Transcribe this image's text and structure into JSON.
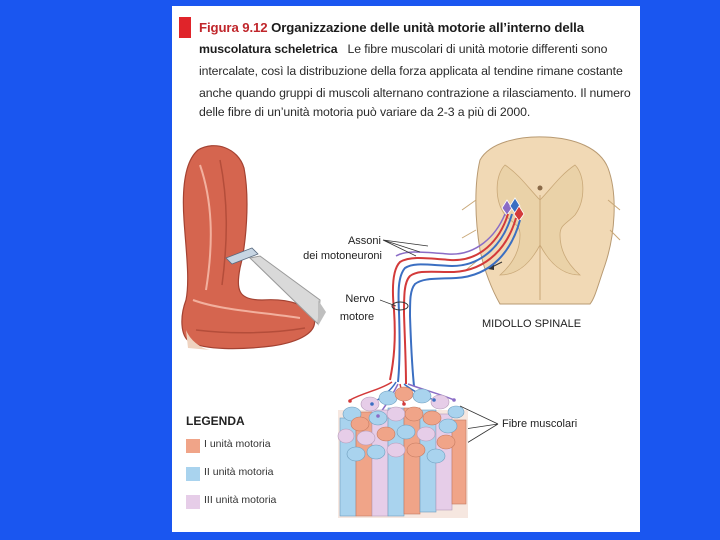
{
  "caption": {
    "figure_number": "Figura 9.12",
    "title_line1": "Organizzazione delle unità motorie all’interno della",
    "title_line2": "muscolatura scheletrica",
    "text_line2": "Le fibre muscolari di unità motorie differenti sono",
    "text_line3": "intercalate, così la distribuzione della forza applicata al tendine rimane costante",
    "text_line4": "anche quando gruppi di muscoli alternano contrazione a rilasciamento. Il numero",
    "text_line5": "delle fibre di un’unità motoria può variare da 2-3 a più di 2000."
  },
  "labels": {
    "assoni": "Assoni",
    "dei_motoneuroni": "dei motoneuroni",
    "nervo": "Nervo",
    "motore": "motore",
    "midollo": "MIDOLLO SPINALE",
    "fibre": "Fibre muscolari"
  },
  "legend": {
    "title": "LEGENDA",
    "items": [
      {
        "label": "I unità motoria",
        "color": "#f0a488"
      },
      {
        "label": "II unità motoria",
        "color": "#a9d3ee"
      },
      {
        "label": "III unità motoria",
        "color": "#e6cde8"
      }
    ]
  },
  "colors": {
    "background": "#1a56f0",
    "marker": "#e0242a",
    "muscle": "#d5654f",
    "spinal_cord": "#f1d9b5",
    "gray_matter": "#ead2a8",
    "axon_red": "#d33a3a",
    "axon_blue": "#3b6fc2"
  }
}
